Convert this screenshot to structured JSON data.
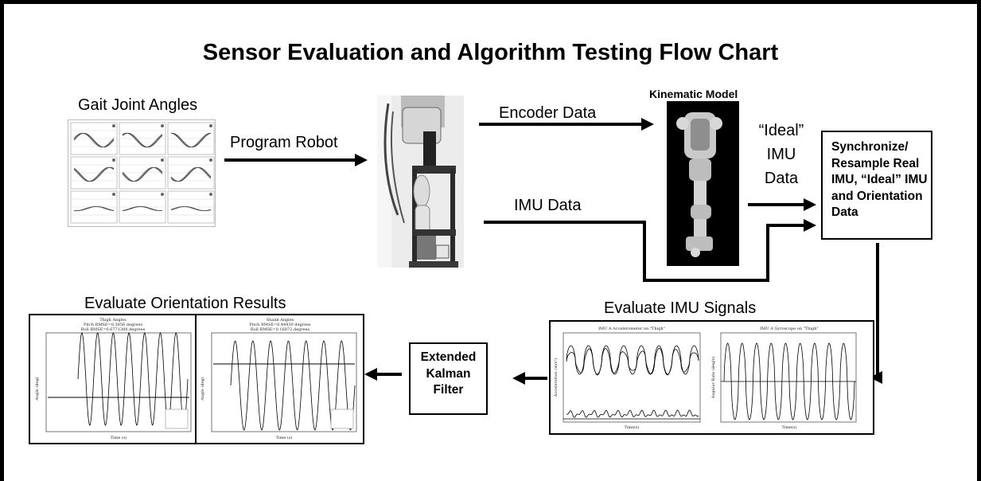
{
  "title": "Sensor Evaluation and Algorithm Testing Flow Chart",
  "labels": {
    "gait_joint_angles": "Gait Joint Angles",
    "program_robot": "Program Robot",
    "encoder_data": "Encoder Data",
    "kinematic_model": "Kinematic Model",
    "ideal_imu_data": [
      "“Ideal”",
      "IMU",
      "Data"
    ],
    "imu_data": "IMU Data",
    "evaluate_imu_signals": "Evaluate IMU Signals",
    "evaluate_orientation_results": "Evaluate Orientation Results"
  },
  "boxes": {
    "synchronize": [
      "Synchronize/",
      "Resample Real",
      "IMU, “Ideal” IMU",
      "and Orientation",
      "Data"
    ],
    "ekf": [
      "Extended",
      "Kalman",
      "Filter"
    ]
  },
  "plots": {
    "imu_accel_title": "IMU A Accelerometer on \"Thigh\"",
    "imu_gyro_title": "IMU A Gyroscope on \"Thigh\"",
    "imu_accel_xlabel": "Time(s)",
    "imu_gyro_xlabel": "Time(s)",
    "imu_accel_ylabel": "Acceleration (m/s²)",
    "imu_gyro_ylabel": "Angular Rate (deg/s)",
    "thigh_title": "Thigh Angles",
    "thigh_line1": "Pitch RMSE=0.3856 degrees",
    "thigh_line2": "Roll RMSE=0.6771388 degrees",
    "shank_title": "Shank Angles",
    "shank_line1": "Pitch RMSE=0.44930 degrees",
    "shank_line2": "Roll RMSE=0.16872 degrees",
    "orient_xlabel": "Time (s)",
    "orient_ylabel": "Angle (deg)"
  },
  "colors": {
    "line": "#000000",
    "box_border": "#000000",
    "background": "#ffffff"
  }
}
